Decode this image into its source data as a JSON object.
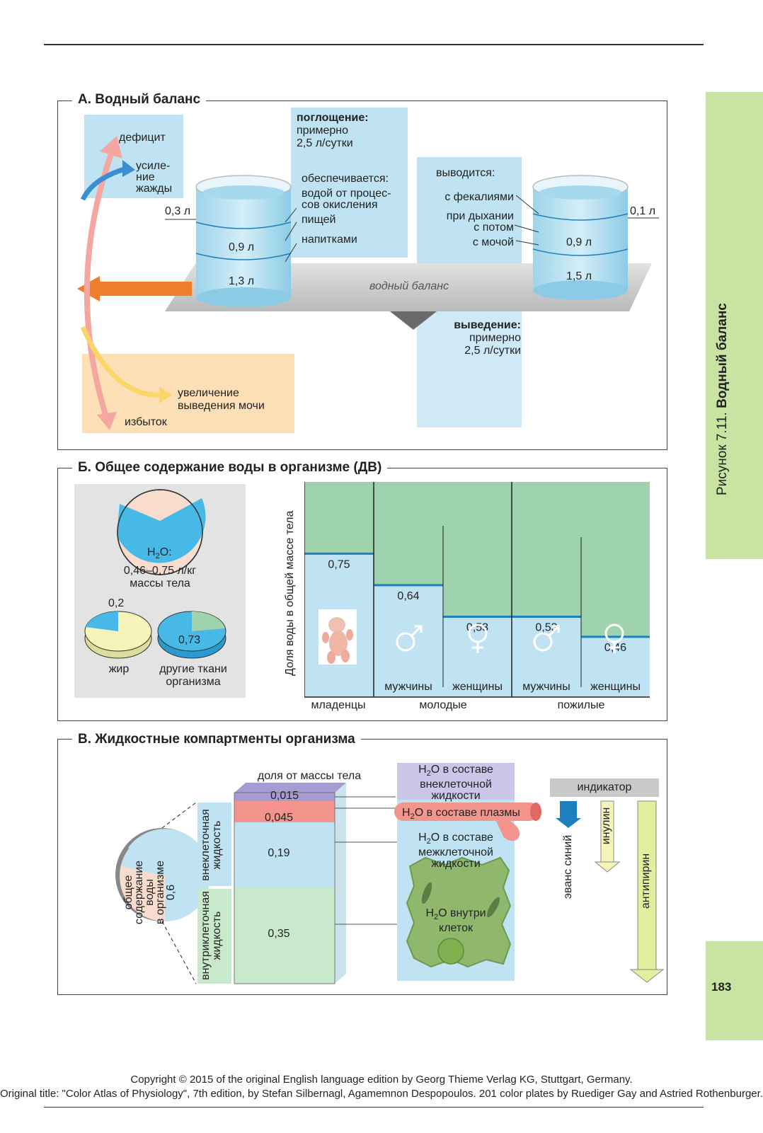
{
  "sidebar": {
    "figure_label": "Рисунок 7.11.",
    "figure_title": "Водный баланс",
    "page_number": "183"
  },
  "panel_a": {
    "title": "А. Водный баланс",
    "deficit": "дефицит",
    "thirst": [
      "усиле-",
      "ние",
      "жажды"
    ],
    "excess": "избыток",
    "urine_increase": [
      "увеличение",
      "выведения мочи"
    ],
    "intake": {
      "head": "поглощение:",
      "lines": [
        "примерно",
        "2,5 л/сутки"
      ]
    },
    "supplied": {
      "head": "обеспечивается:",
      "items": [
        "водой от процес-",
        "сов окисления",
        "пищей",
        "напитками"
      ]
    },
    "excreted": {
      "head": "выводится:",
      "items": [
        "с фекалиями",
        "при дыхании",
        "с потом",
        "с мочой"
      ]
    },
    "output": {
      "head": "выведение:",
      "lines": [
        "примерно",
        "2,5 л/сутки"
      ]
    },
    "left_vessel": [
      "0,3 л",
      "0,9 л",
      "1,3 л"
    ],
    "right_vessel": [
      "0,1 л",
      "0,9 л",
      "1,5 л"
    ],
    "beam_label": "водный баланс"
  },
  "panel_b": {
    "title": "Б. Общее содержание воды в организме (ДВ)",
    "pie_label_line1": "O:",
    "pie_range": "0,46–0,75 л/кг",
    "pie_range2": "массы тела",
    "fat_value": "0,2",
    "fat_label": "жир",
    "other_value": "0,73",
    "other_label": [
      "другие ткани",
      "организма"
    ],
    "y_axis_label": "Доля воды в общей массе тела",
    "bars": [
      {
        "value": 0.75,
        "label": "0,75",
        "sub": ""
      },
      {
        "value": 0.64,
        "label": "0,64",
        "sub": "мужчины"
      },
      {
        "value": 0.53,
        "label": "0,53",
        "sub": "женщины"
      },
      {
        "value": 0.53,
        "label": "0,53",
        "sub": "мужчины"
      },
      {
        "value": 0.46,
        "label": "0,46",
        "sub": "женщины"
      }
    ],
    "groups": [
      "младенцы",
      "молодые",
      "пожилые"
    ],
    "colors": {
      "water": "#bfe3f3",
      "rest": "#9fd3ad",
      "line": "#1e7fbf"
    }
  },
  "panel_c": {
    "title": "В. Жидкостные компартменты организма",
    "col_header": "доля от массы тела",
    "values": [
      "0,015",
      "0,045",
      "0,19",
      "0,35"
    ],
    "circle_label": [
      "общее",
      "содержание",
      "воды",
      "в организме",
      "0,6"
    ],
    "extracellular": [
      "внеклеточная",
      "жидкость"
    ],
    "intracellular": [
      "внутриклеточная",
      "жидкость"
    ],
    "water_extra": [
      "O в составе",
      "внеклеточной",
      "жидкости"
    ],
    "water_plasma": "O в составе плазмы",
    "water_inter": [
      "O в составе",
      "межклеточной",
      "жидкости"
    ],
    "water_cells": [
      "O внутри",
      "клеток"
    ],
    "indicator": "индикатор",
    "evans": "эванс синий",
    "inulin": "инулин",
    "antipyrine": "антипирин"
  },
  "copyright": [
    "Copyright © 2015 of the original English language edition by Georg Thieme Verlag KG, Stuttgart, Germany.",
    "Original title: \"Color Atlas of Physiology\", 7th edition, by Stefan Silbernagl, Agamemnon Despopoulos. 201 color plates by Ruediger Gay and Astried Rothenburger."
  ]
}
